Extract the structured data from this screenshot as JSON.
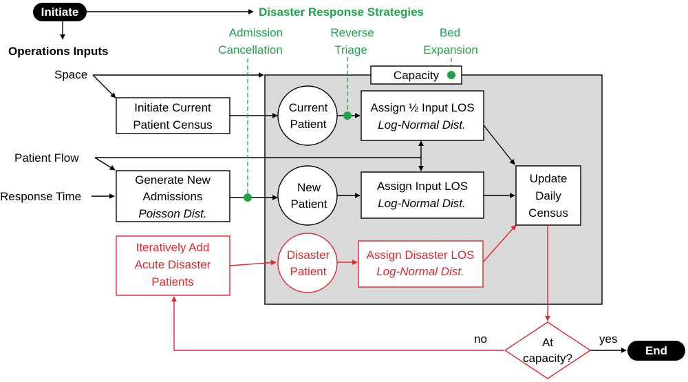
{
  "terminals": {
    "initiate": "Initiate",
    "end": "End"
  },
  "headings": {
    "disaster_strategies": "Disaster Response Strategies",
    "operations_inputs": "Operations Inputs"
  },
  "strategies": {
    "admission_cancellation": [
      "Admission",
      "Cancellation"
    ],
    "reverse_triage": [
      "Reverse",
      "Triage"
    ],
    "bed_expansion": [
      "Bed",
      "Expansion"
    ]
  },
  "inputs": {
    "space": "Space",
    "patient_flow": "Patient Flow",
    "response_time": "Response Time"
  },
  "boxes": {
    "capacity": "Capacity",
    "initiate_census": [
      "Initiate Current",
      "Patient Census"
    ],
    "generate_admissions": [
      "Generate New",
      "Admissions"
    ],
    "generate_admissions_dist": "Poisson Dist.",
    "add_disaster_patients": [
      "Iteratively Add",
      "Acute Disaster",
      "Patients"
    ],
    "assign_half_los": "Assign ½ Input LOS",
    "assign_input_los": "Assign Input LOS",
    "assign_disaster_los": "Assign Disaster LOS",
    "lognormal_dist": "Log-Normal Dist.",
    "update_census": [
      "Update",
      "Daily",
      "Census"
    ]
  },
  "circles": {
    "current_patient": [
      "Current",
      "Patient"
    ],
    "new_patient": [
      "New",
      "Patient"
    ],
    "disaster_patient": [
      "Disaster",
      "Patient"
    ]
  },
  "decision": {
    "question": [
      "At",
      "capacity?"
    ],
    "no_label": "no",
    "yes_label": "yes"
  },
  "colors": {
    "strategy_green": "#1fa34a",
    "disaster_red": "#e0282c",
    "model_panel_gray": "#d9d9d9",
    "terminal_black": "#000000"
  }
}
